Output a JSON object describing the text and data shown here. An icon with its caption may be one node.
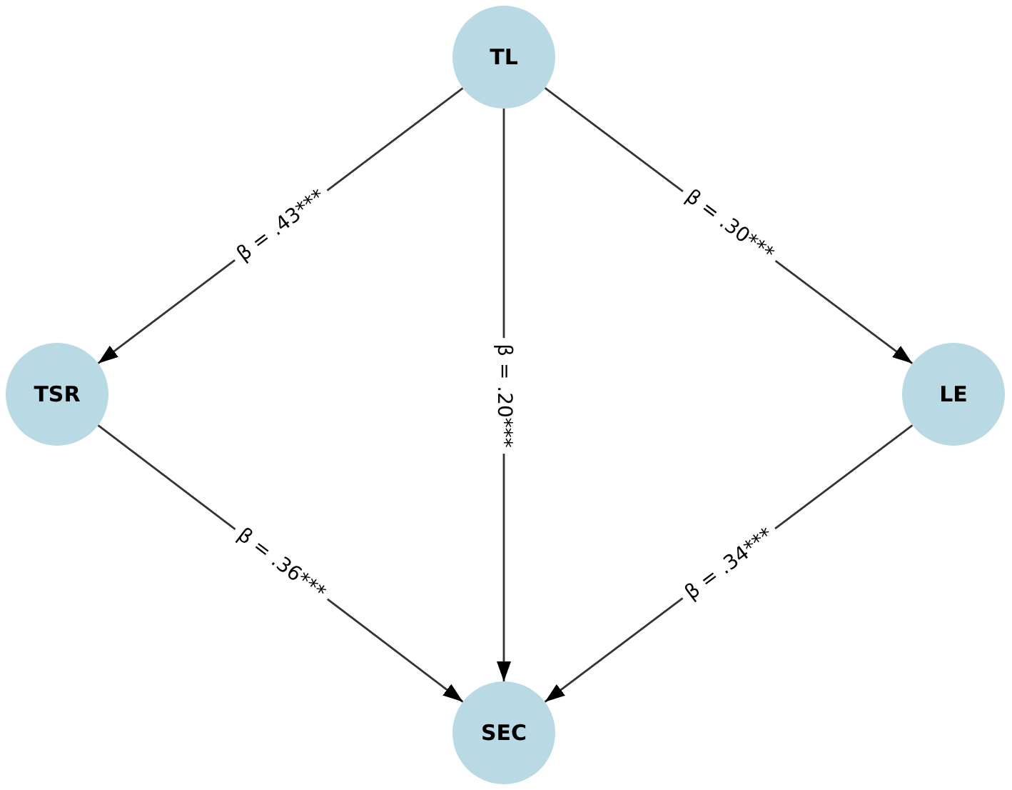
{
  "diagram": {
    "nodes": [
      {
        "text": [
          "TL"
        ]
      },
      {
        "text": [
          "TSR"
        ]
      },
      {
        "text": [
          "LE"
        ]
      },
      {
        "text": [
          "SEC"
        ]
      }
    ],
    "edges": [
      {
        "from": 0,
        "to": 1,
        "arrow": "to",
        "label": "β = .43***"
      },
      {
        "from": 0,
        "to": 3,
        "arrow": "to",
        "label": "β = .20***"
      },
      {
        "from": 0,
        "to": 2,
        "arrow": "to",
        "label": "β = .30***"
      },
      {
        "from": 1,
        "to": 3,
        "arrow": "to",
        "label": "β = .36***"
      },
      {
        "from": 2,
        "to": 3,
        "arrow": "to",
        "label": "β = .34***"
      }
    ]
  }
}
